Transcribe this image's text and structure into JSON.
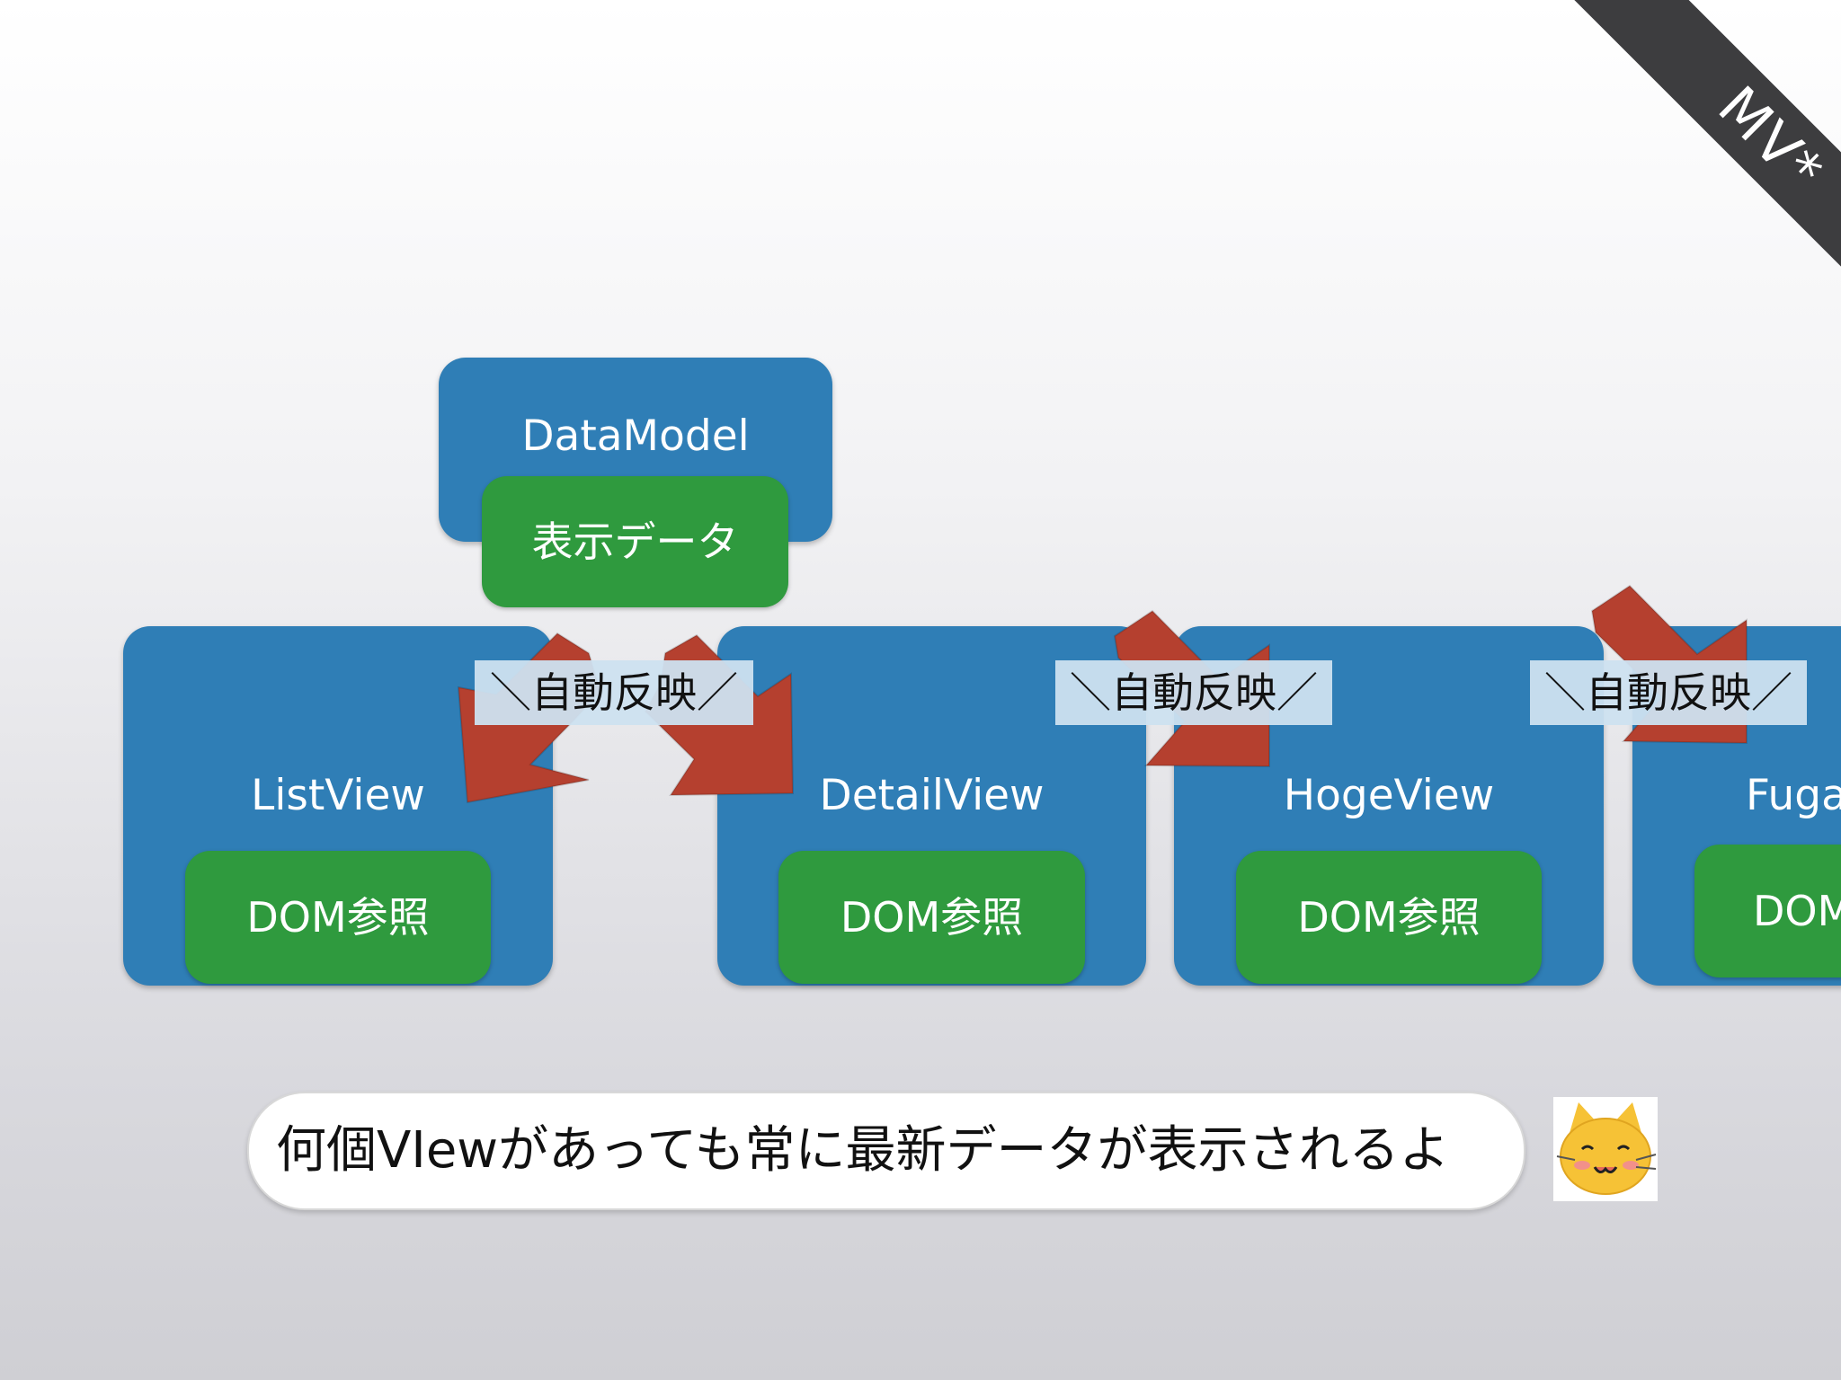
{
  "ribbon": {
    "label": "MV*"
  },
  "data_model": {
    "title": "DataModel",
    "sub_label": "表示データ"
  },
  "views": [
    {
      "title": "ListView",
      "sub_label": "DOM参照"
    },
    {
      "title": "DetailView",
      "sub_label": "DOM参照"
    },
    {
      "title": "HogeView",
      "sub_label": "DOM参照"
    },
    {
      "title": "Fuga",
      "sub_label": "DOM"
    }
  ],
  "banners": [
    "＼自動反映／",
    "＼自動反映／",
    "＼自動反映／"
  ],
  "caption": {
    "text": "何個VIewがあっても常に最新データが表示されるよ",
    "avatar_icon": "cat-face-icon"
  },
  "colors": {
    "view_box": "#2f7eb6",
    "sub_box": "#2f9a3e",
    "arrow": "#b5402f",
    "ribbon": "#3d3d3f",
    "banner": "#cde1f0"
  }
}
